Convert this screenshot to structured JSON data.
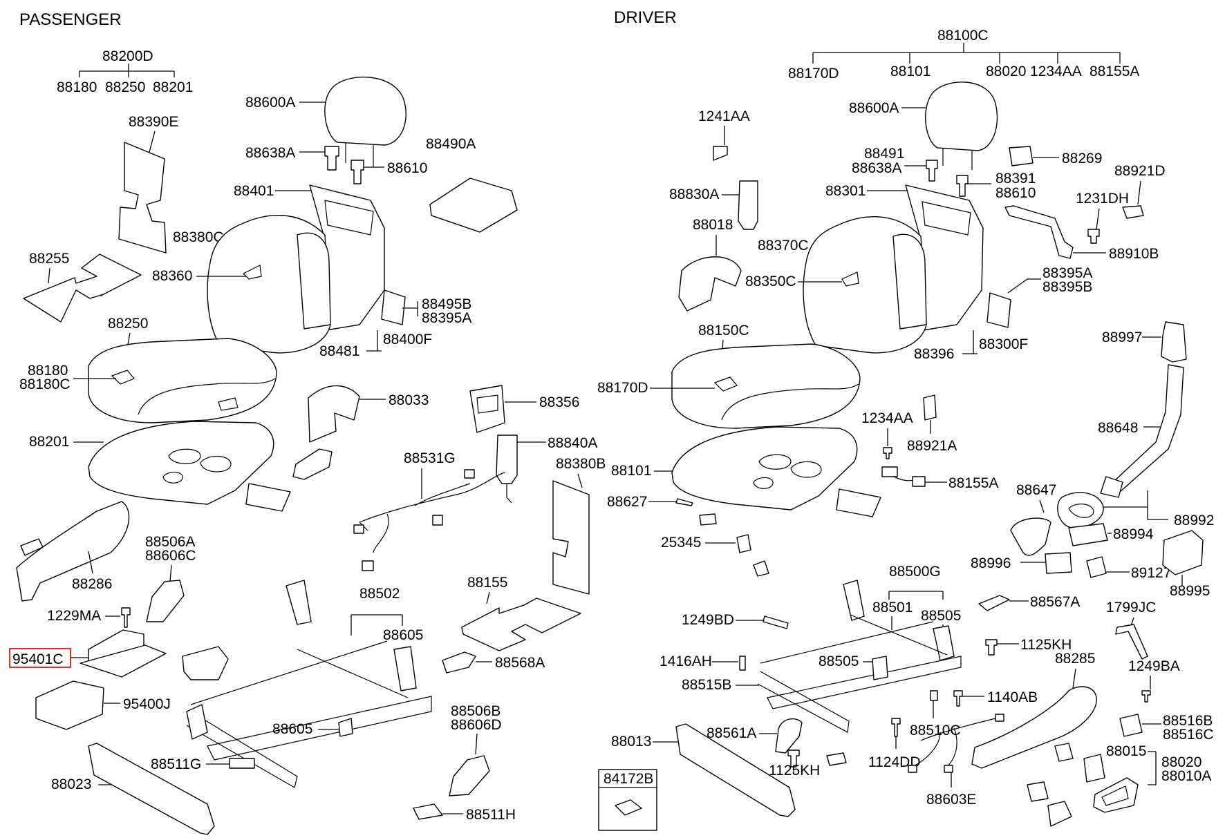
{
  "sections": {
    "passenger": "PASSENGER",
    "driver": "DRIVER"
  },
  "colors": {
    "highlight": "#cc0000",
    "line": "#000000"
  },
  "highlighted_part": "95401C",
  "passenger_labels": {
    "p88200D": "88200D",
    "p88180t": "88180",
    "p88250t": "88250",
    "p88201t": "88201",
    "p88390E": "88390E",
    "p88600A": "88600A",
    "p88638A": "88638A",
    "p88610": "88610",
    "p88490A": "88490A",
    "p88401": "88401",
    "p88380C": "88380C",
    "p88255": "88255",
    "p88360": "88360",
    "p88495B": "88495B",
    "p88395A": "88395A",
    "p88250": "88250",
    "p88481": "88481",
    "p88400F": "88400F",
    "p88180": "88180",
    "p88180C": "88180C",
    "p88033": "88033",
    "p88356": "88356",
    "p88201": "88201",
    "p88840A": "88840A",
    "p88531G": "88531G",
    "p88380B": "88380B",
    "p88506A": "88506A",
    "p88606C": "88606C",
    "p88286": "88286",
    "p88502": "88502",
    "p88155": "88155",
    "p1229MA": "1229MA",
    "p88605a": "88605",
    "p95401C": "95401C",
    "p88568A": "88568A",
    "p95400J": "95400J",
    "p88506B": "88506B",
    "p88606D": "88606D",
    "p88605b": "88605",
    "p88511G": "88511G",
    "p88023": "88023",
    "p88511H": "88511H"
  },
  "driver_labels": {
    "d88100C": "88100C",
    "d88170D": "88170D",
    "d88101t": "88101",
    "d88020": "88020",
    "d1234AAt": "1234AA",
    "d88155At": "88155A",
    "d88600A": "88600A",
    "d1241AA": "1241AA",
    "d88491": "88491",
    "d88638A": "88638A",
    "d88269": "88269",
    "d88921D": "88921D",
    "d88830A": "88830A",
    "d88301": "88301",
    "d88391": "88391",
    "d88610": "88610",
    "d1231DH": "1231DH",
    "d88018": "88018",
    "d88370C": "88370C",
    "d88910B": "88910B",
    "d88350C": "88350C",
    "d88395A": "88395A",
    "d88395B": "88395B",
    "d88150C": "88150C",
    "d88997": "88997",
    "d88396": "88396",
    "d88300F": "88300F",
    "d88170D2": "88170D",
    "d1234AA": "1234AA",
    "d88921A": "88921A",
    "d88648": "88648",
    "d88101": "88101",
    "d88155A": "88155A",
    "d88627": "88627",
    "d88647": "88647",
    "d88992": "88992",
    "d88994": "88994",
    "d25345": "25345",
    "d88996": "88996",
    "d89127": "89127",
    "d88995": "88995",
    "d88500G": "88500G",
    "d88501": "88501",
    "d88505a": "88505",
    "d88567A": "88567A",
    "d1249BD": "1249BD",
    "d1799JC": "1799JC",
    "d1125KHa": "1125KH",
    "d88285": "88285",
    "d1416AH": "1416AH",
    "d88505b": "88505",
    "d1249BA": "1249BA",
    "d88515B": "88515B",
    "d1140AB": "1140AB",
    "d88516B": "88516B",
    "d88516C": "88516C",
    "d88510C": "88510C",
    "d88013": "88013",
    "d88561A": "88561A",
    "d88015": "88015",
    "d88020b": "88020",
    "d88010A": "88010A",
    "d1124DD": "1124DD",
    "d1125KHb": "1125KH",
    "d88603E": "88603E",
    "d84172B": "84172B"
  }
}
